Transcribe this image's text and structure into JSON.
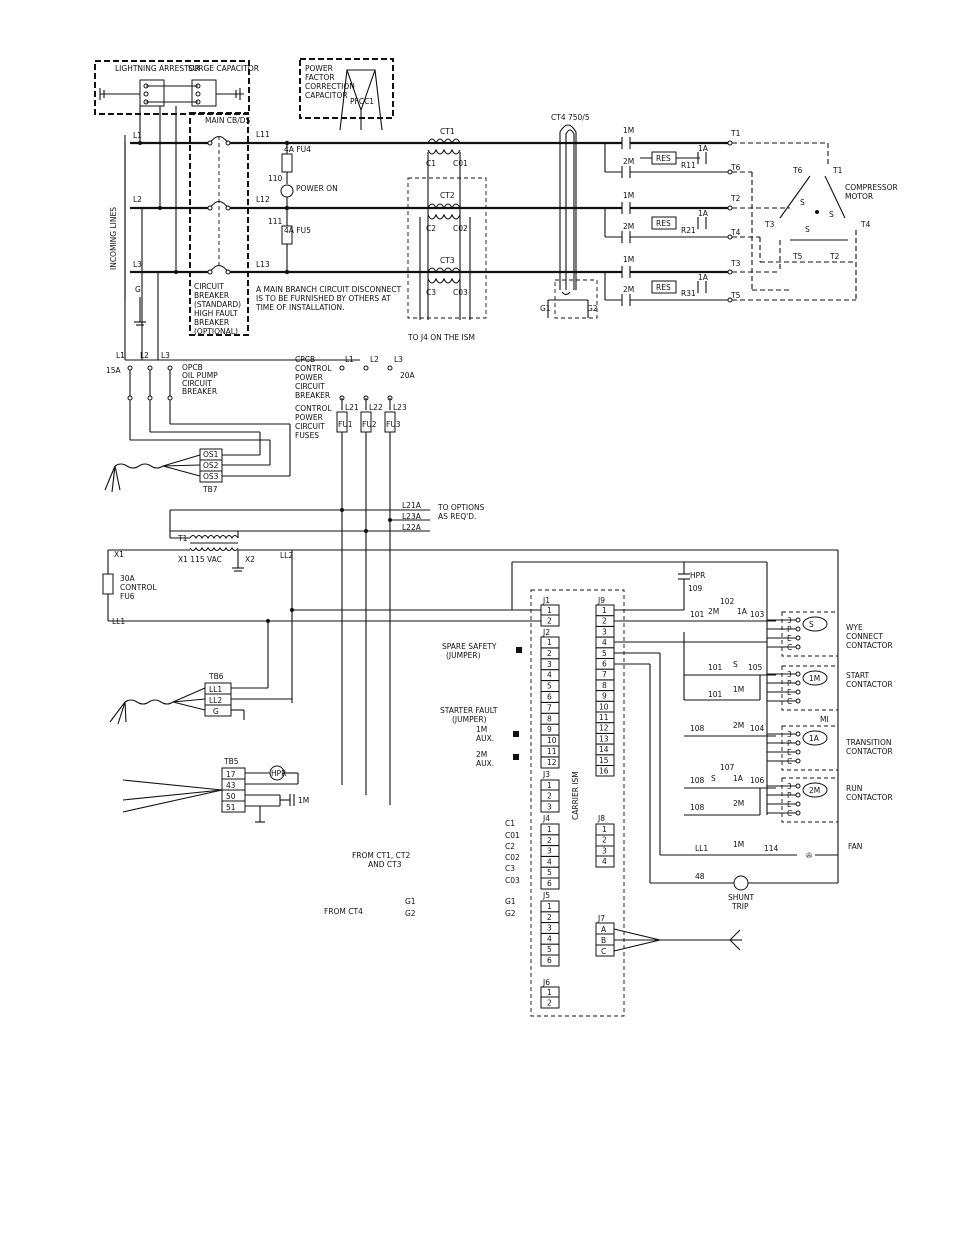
{
  "protection": {
    "lightning": "LIGHTNING ARRESTOR",
    "surge": "SURGE CAPACITOR",
    "pf": [
      "POWER",
      "FACTOR",
      "CORRECTION",
      "CAPACITOR"
    ],
    "pfcc": "PFCC1"
  },
  "lines": {
    "l1": "L1",
    "l2": "L2",
    "l3": "L3",
    "g": "G",
    "incoming": "INCOMING LINES",
    "l11": "L11",
    "l12": "L12",
    "l13": "L13"
  },
  "main_breaker": {
    "label": "MAIN CB/DS",
    "cb": [
      "CIRCUIT",
      "BREAKER",
      "(STANDARD)"
    ],
    "hf": [
      "HIGH FAULT",
      "BREAKER",
      "(OPTIONAL)"
    ]
  },
  "power_on": {
    "fu4": "4A FU4",
    "w110": "110",
    "lamp": "POWER ON",
    "w111": "111",
    "fu5": "4A FU5"
  },
  "disconnect_note": [
    "A MAIN BRANCH CIRCUIT DISCONNECT",
    "IS TO BE FURNISHED BY OTHERS AT",
    "TIME OF INSTALLATION."
  ],
  "cts": {
    "ct1": "CT1",
    "ct2": "CT2",
    "ct3": "CT3",
    "ct4": "CT4 750/5",
    "c1": "C1",
    "co1": "C01",
    "c2": "C2",
    "co2": "C02",
    "c3": "C3",
    "co3": "C03",
    "g1": "G1",
    "g2": "G2",
    "to_j4": "TO J4 ON THE ISM"
  },
  "starter": {
    "m1": "1M",
    "m2": "2M",
    "a1": "1A",
    "res": "RES",
    "r11": "R11",
    "r21": "R21",
    "r31": "R31",
    "t1": "T1",
    "t2": "T2",
    "t3": "T3",
    "t4": "T4",
    "t5": "T5",
    "t6": "T6"
  },
  "motor": {
    "label": [
      "COMPRESSOR",
      "MOTOR"
    ],
    "s": "S"
  },
  "oil_pump": {
    "l1": "L1",
    "l2": "L2",
    "l3": "L3",
    "amps": "15A",
    "name": [
      "OPCB",
      "OIL PUMP",
      "CIRCUIT",
      "BREAKER"
    ],
    "os1": "OS1",
    "os2": "OS2",
    "os3": "OS3",
    "tb7": "TB7"
  },
  "control_power": {
    "l1": "L1",
    "l2": "L2",
    "l3": "L3",
    "amps": "20A",
    "name": [
      "CPCB",
      "CONTROL",
      "POWER",
      "CIRCUIT",
      "BREAKER"
    ],
    "fuses": [
      "CONTROL",
      "POWER",
      "CIRCUIT",
      "FUSES"
    ],
    "l21": "L21",
    "l22": "L22",
    "l23": "L23",
    "fu1": "FU1",
    "fu2": "FU2",
    "fu3": "FU3",
    "l21a": "L21A",
    "l23a": "L23A",
    "l22a": "L22A",
    "options": [
      "TO OPTIONS",
      "AS REQ'D."
    ]
  },
  "transformer": {
    "t1": "T1",
    "x1": "X1",
    "vac": "X1 115 VAC",
    "x2": "X2",
    "ll2": "LL2",
    "fu6": [
      "30A",
      "CONTROL",
      "FU6"
    ],
    "ll1": "LL1"
  },
  "tb6": {
    "name": "TB6",
    "ll1": "LL1",
    "ll2": "LL2",
    "g": "G"
  },
  "tb5": {
    "name": "TB5",
    "t17": "17",
    "t43": "43",
    "t50": "50",
    "t51": "51",
    "hpr": "HPR",
    "m1": "1M"
  },
  "ism": {
    "label": "CARRIER ISM",
    "j1": "J1",
    "j2": "J2",
    "j3": "J3",
    "j4": "J4",
    "j5": "J5",
    "j6": "J6",
    "j7": "J7",
    "j8": "J8",
    "j9": "J9",
    "spare": [
      "SPARE SAFETY",
      "(JUMPER)"
    ],
    "starter_fault": [
      "STARTER FAULT",
      "(JUMPER)"
    ],
    "aux1": [
      "1M",
      "AUX."
    ],
    "aux2": [
      "2M",
      "AUX."
    ],
    "from_ct": [
      "FROM CT1, CT2",
      "AND CT3"
    ],
    "from_ct4": "FROM CT4",
    "j7_pins": [
      "A",
      "B",
      "C"
    ]
  },
  "ladder": {
    "hpr": "HPR",
    "w109": "109",
    "w101": "101",
    "w102": "102",
    "w103": "103",
    "w105": "105",
    "w104": "104",
    "w106": "106",
    "w107": "107",
    "w108": "108",
    "m2": "2M",
    "a1": "1A",
    "s": "S",
    "m1": "1M",
    "mi": "MI",
    "ll1": "LL1",
    "w114": "114",
    "w48": "48",
    "fan": "FAN",
    "shunt": [
      "SHUNT",
      "TRIP"
    ],
    "wye": [
      "WYE",
      "CONNECT",
      "CONTACTOR"
    ],
    "start": [
      "START",
      "CONTACTOR"
    ],
    "transition": [
      "TRANSITION",
      "CONTACTOR"
    ],
    "run": [
      "RUN",
      "CONTACTOR"
    ],
    "coil_s": "S",
    "coil_1m": "1M",
    "coil_1a": "1A",
    "coil_2m": "2M",
    "pins": [
      "3",
      "P",
      "E",
      "C"
    ]
  }
}
